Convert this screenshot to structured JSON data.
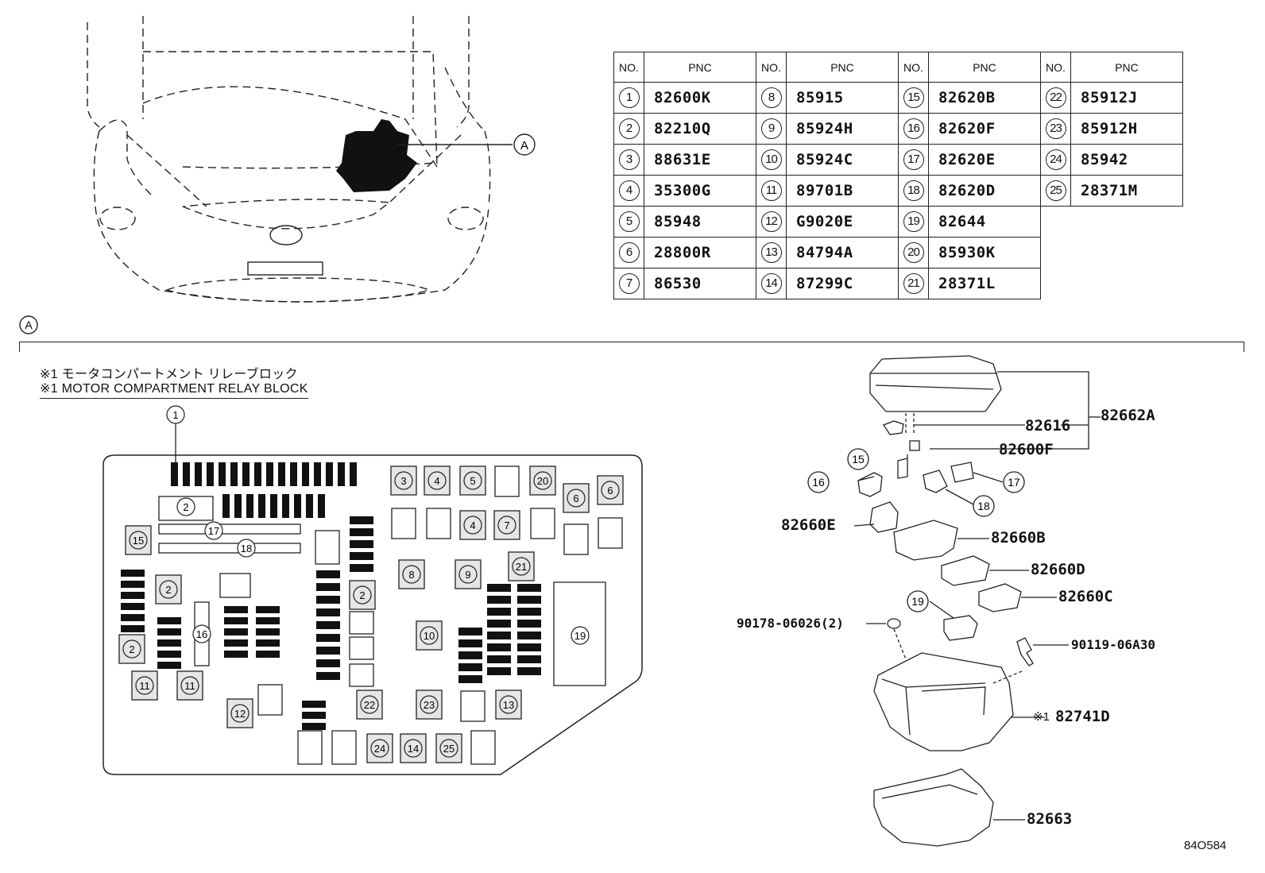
{
  "table": {
    "headers": {
      "no": "NO.",
      "pnc": "PNC"
    },
    "rows": [
      [
        {
          "no": "1",
          "pnc": "82600K"
        },
        {
          "no": "8",
          "pnc": "85915"
        },
        {
          "no": "15",
          "pnc": "82620B"
        },
        {
          "no": "22",
          "pnc": "85912J"
        }
      ],
      [
        {
          "no": "2",
          "pnc": "82210Q"
        },
        {
          "no": "9",
          "pnc": "85924H"
        },
        {
          "no": "16",
          "pnc": "82620F"
        },
        {
          "no": "23",
          "pnc": "85912H"
        }
      ],
      [
        {
          "no": "3",
          "pnc": "88631E"
        },
        {
          "no": "10",
          "pnc": "85924C"
        },
        {
          "no": "17",
          "pnc": "82620E"
        },
        {
          "no": "24",
          "pnc": "85942"
        }
      ],
      [
        {
          "no": "4",
          "pnc": "35300G"
        },
        {
          "no": "11",
          "pnc": "89701B"
        },
        {
          "no": "18",
          "pnc": "82620D"
        },
        {
          "no": "25",
          "pnc": "28371M"
        }
      ],
      [
        {
          "no": "5",
          "pnc": "85948"
        },
        {
          "no": "12",
          "pnc": "G9020E"
        },
        {
          "no": "19",
          "pnc": "82644"
        },
        null
      ],
      [
        {
          "no": "6",
          "pnc": "28800R"
        },
        {
          "no": "13",
          "pnc": "84794A"
        },
        {
          "no": "20",
          "pnc": "85930K"
        },
        null
      ],
      [
        {
          "no": "7",
          "pnc": "86530"
        },
        {
          "no": "14",
          "pnc": "87299C"
        },
        {
          "no": "21",
          "pnc": "28371L"
        },
        null
      ]
    ]
  },
  "car_view": {
    "callout": "A"
  },
  "section": {
    "label": "A",
    "note_jp": "※1 モータコンパートメント リレーブロック",
    "note_en": "※1 MOTOR COMPARTMENT RELAY BLOCK"
  },
  "layout_slots": [
    {
      "n": "1"
    },
    {
      "n": "2"
    },
    {
      "n": "17"
    },
    {
      "n": "18"
    },
    {
      "n": "15"
    },
    {
      "n": "2"
    },
    {
      "n": "16"
    },
    {
      "n": "2"
    },
    {
      "n": "11"
    },
    {
      "n": "11"
    },
    {
      "n": "12"
    },
    {
      "n": "3"
    },
    {
      "n": "4"
    },
    {
      "n": "5"
    },
    {
      "n": "20"
    },
    {
      "n": "6"
    },
    {
      "n": "6"
    },
    {
      "n": "4"
    },
    {
      "n": "7"
    },
    {
      "n": "2"
    },
    {
      "n": "8"
    },
    {
      "n": "9"
    },
    {
      "n": "21"
    },
    {
      "n": "10"
    },
    {
      "n": "19"
    },
    {
      "n": "22"
    },
    {
      "n": "23"
    },
    {
      "n": "13"
    },
    {
      "n": "24"
    },
    {
      "n": "14"
    },
    {
      "n": "25"
    }
  ],
  "exploded_labels": {
    "cover": "82662A",
    "p82616": "82616",
    "p82600F": "82600F",
    "c15": "15",
    "c16": "16",
    "c17": "17",
    "c18": "18",
    "c19": "19",
    "p82660E": "82660E",
    "p82660B": "82660B",
    "p82660D": "82660D",
    "p82660C": "82660C",
    "clip": "90178-06026(2)",
    "bolt": "90119-06A30",
    "box_mark": "※1",
    "box": "82741D",
    "lower": "82663"
  },
  "diagram_code": "84O584"
}
